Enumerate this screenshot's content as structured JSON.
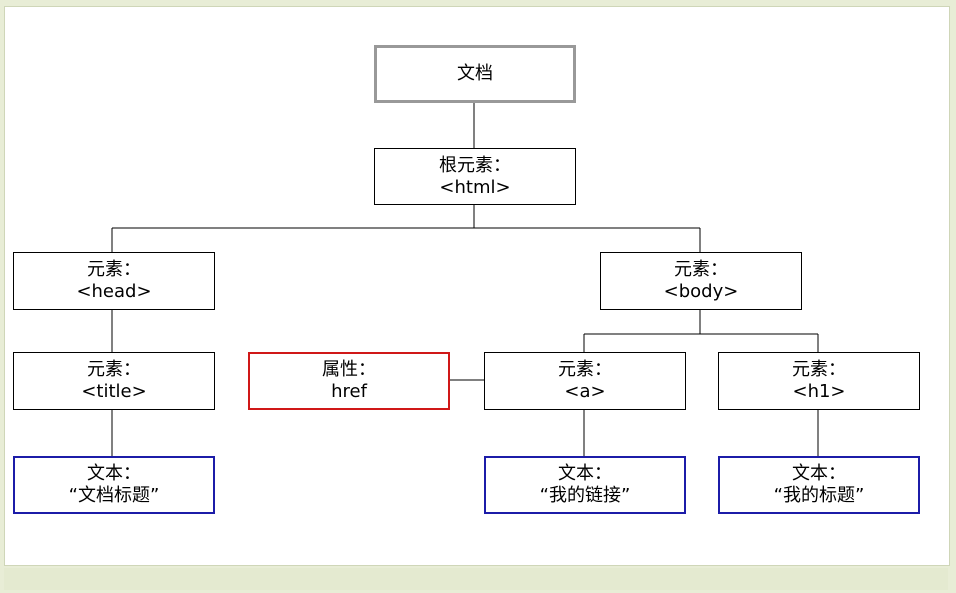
{
  "nodes": {
    "document": {
      "line1": "文档"
    },
    "root": {
      "line1": "根元素：",
      "line2": "<html>"
    },
    "head": {
      "line1": "元素：",
      "line2": "<head>"
    },
    "body": {
      "line1": "元素：",
      "line2": "<body>"
    },
    "title": {
      "line1": "元素：",
      "line2": "<title>"
    },
    "attribute": {
      "line1": "属性：",
      "line2": "href"
    },
    "a": {
      "line1": "元素：",
      "line2": "<a>"
    },
    "h1": {
      "line1": "元素：",
      "line2": "<h1>"
    },
    "text_title": {
      "line1": "文本：",
      "line2": "“文档标题”"
    },
    "text_link": {
      "line1": "文本：",
      "line2": "“我的链接”"
    },
    "text_h1": {
      "line1": "文本：",
      "line2": "“我的标题”"
    }
  },
  "colors": {
    "document_border": "#999999",
    "element_border": "#000000",
    "attribute_border": "#d01818",
    "text_border": "#1c1ca8",
    "background": "#e8edd6"
  }
}
